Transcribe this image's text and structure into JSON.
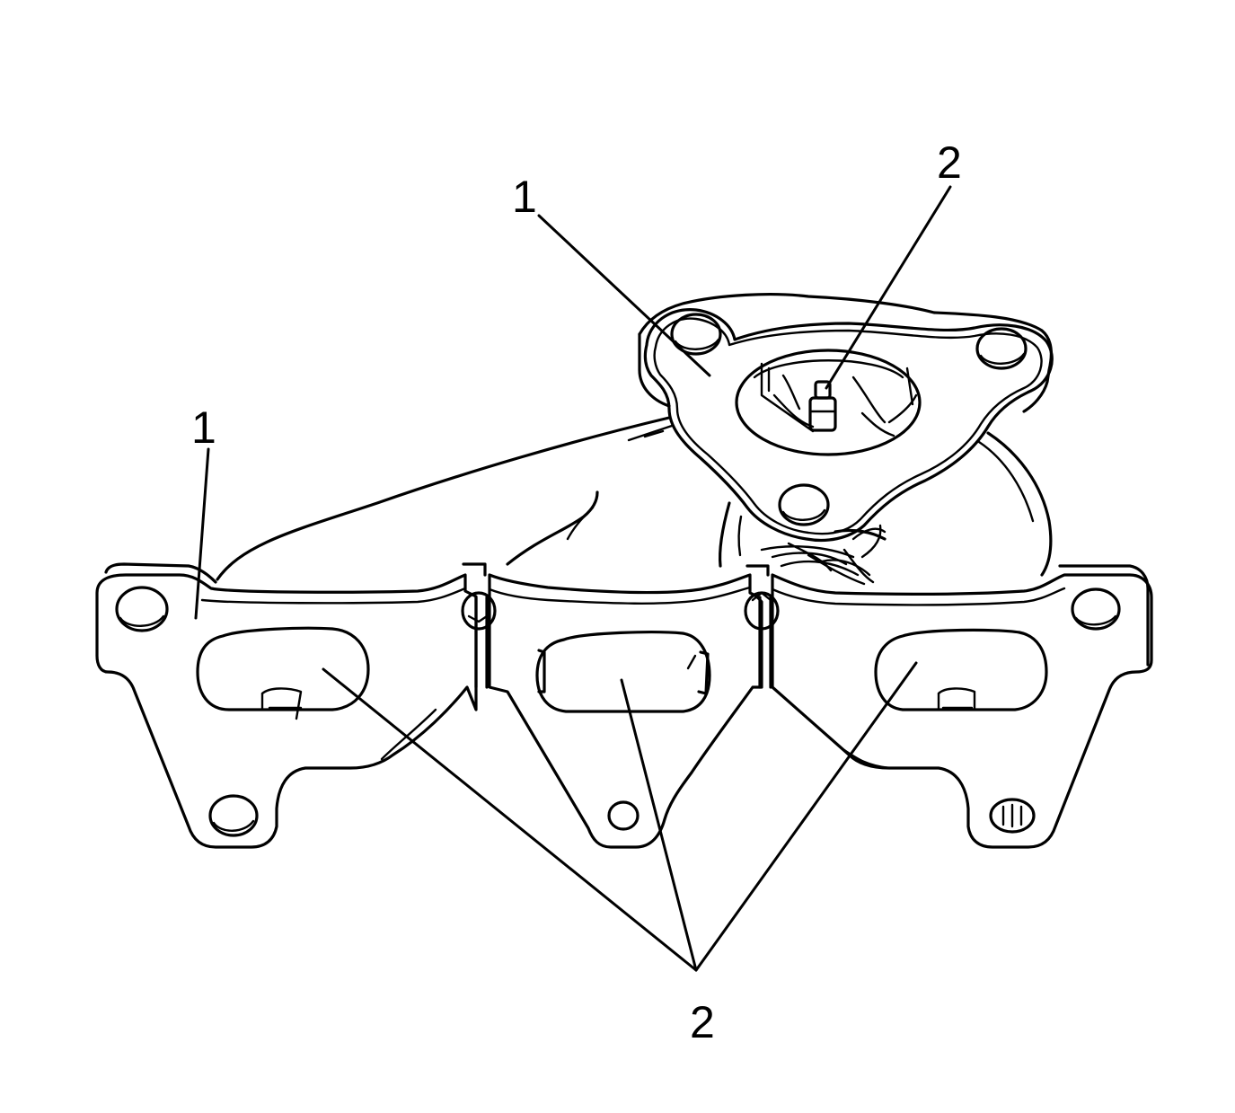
{
  "diagram": {
    "colors": {
      "line": "#000000",
      "background": "#ffffff"
    },
    "callouts": [
      {
        "id": "upper-1",
        "label": "1"
      },
      {
        "id": "upper-2",
        "label": "2"
      },
      {
        "id": "left-1",
        "label": "1"
      },
      {
        "id": "bottom-2",
        "label": "2"
      }
    ]
  }
}
